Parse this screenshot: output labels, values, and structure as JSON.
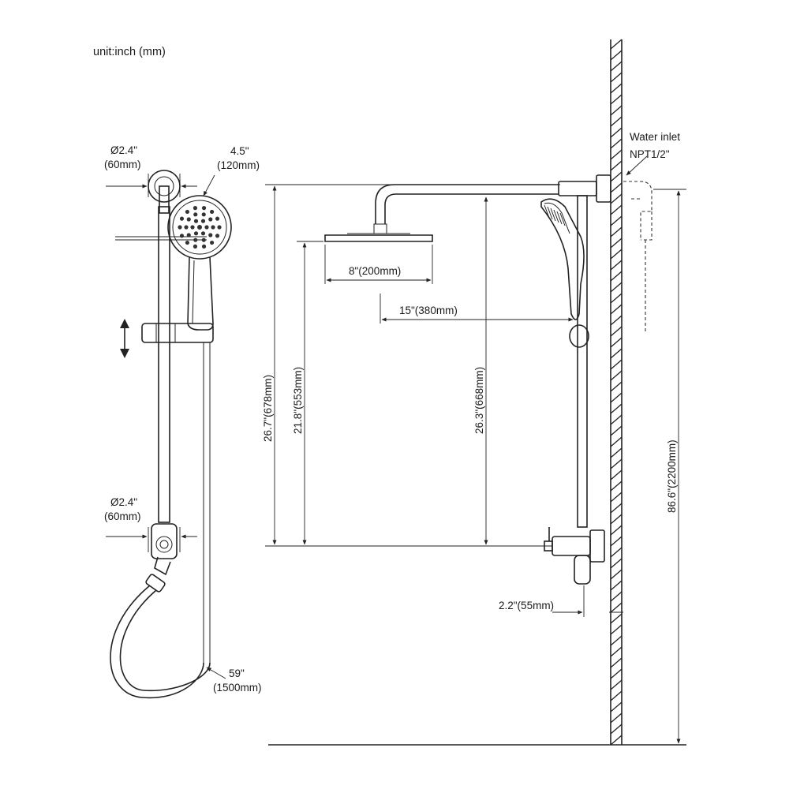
{
  "unit_label": "unit:inch (mm)",
  "front_view": {
    "top_bracket_diameter": [
      "Ø2.4\"",
      "(60mm)"
    ],
    "hand_shower_diameter": [
      "4.5\"",
      "(120mm)"
    ],
    "lower_bracket_diameter": [
      "Ø2.4\"",
      "(60mm)"
    ],
    "hose_length": [
      "59\"",
      "(1500mm)"
    ]
  },
  "side_view": {
    "water_inlet": [
      "Water inlet",
      "NPT1/2\""
    ],
    "rain_head_width": "8\"(200mm)",
    "arm_reach": "15\"(380mm)",
    "height_to_arm": "26.7\"(678mm)",
    "height_to_rain_head": "21.8\"(553mm)",
    "height_to_bar_top": "26.3\"(668mm)",
    "diverter_offset": "2.2\"(55mm)",
    "total_height": "86.6\"(2200mm)"
  },
  "colors": {
    "line": "#222222",
    "background": "#ffffff"
  },
  "icons": [
    "adjust-arrow-icon"
  ]
}
